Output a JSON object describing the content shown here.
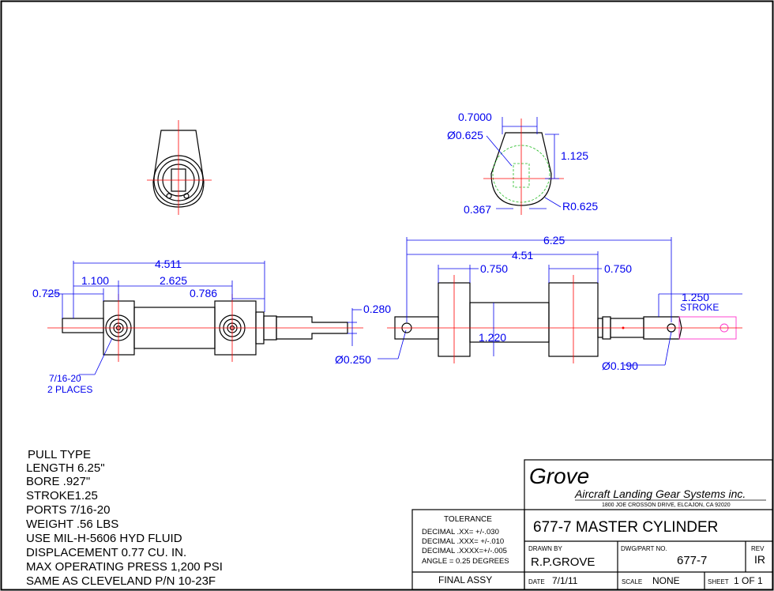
{
  "notes": [
    "PULL TYPE",
    "LENGTH 6.25\"",
    "BORE .927\"",
    "STROKE1.25",
    "PORTS 7/16-20",
    "WEIGHT .56 LBS",
    "USE MIL-H-5606 HYD FLUID",
    "DISPLACEMENT 0.77 CU. IN.",
    "MAX OPERATING PRESS 1,200 PSI",
    "SAME AS CLEVELAND P/N 10-23F"
  ],
  "dims_left": {
    "d4511": "4.511",
    "d1100": "1.100",
    "d2625": "2.625",
    "d0725": "0.725",
    "d0786": "0.786",
    "d0280": "0.280",
    "d0250": "Ø0.250",
    "port_size": "7/16-20",
    "port_qty": "2 PLACES"
  },
  "dims_right": {
    "d625": "6.25",
    "d451": "4.51",
    "d0750a": "0.750",
    "d0750b": "0.750",
    "d1250": "1.250",
    "stroke": "STROKE",
    "d1220": "1.220",
    "d0190": "Ø0.190"
  },
  "dims_top": {
    "d07000": "0.7000",
    "d0625": "Ø0.625",
    "d1125": "1.125",
    "d0367": "0.367",
    "r0625": "R0.625"
  },
  "title_block": {
    "company": "Grove",
    "subtitle": "Aircraft Landing Gear Systems inc.",
    "address": "1800 JOE CROSSON DRIVE, ELCAJON, CA 92020",
    "tolerance_title": "TOLERANCE",
    "tol1": "DECIMAL  .XX=  +/-.030",
    "tol2": "DECIMAL  .XXX= +/-.010",
    "tol3": "DECIMAL  .XXXX=+/-.005",
    "tol4": "ANGLE = 0.25 DEGREES",
    "final": "FINAL ASSY",
    "title": "677-7 MASTER CYLINDER",
    "drawn_label": "DRAWN  BY",
    "drawn_value": "R.P.GROVE",
    "dwg_label": "DWG/PART  NO.",
    "dwg_value": "677-7",
    "rev_label": "REV",
    "rev_value": "IR",
    "date_label": "DATE",
    "date_value": "7/1/11",
    "scale_label": "SCALE",
    "scale_value": "NONE",
    "sheet_label": "SHEET",
    "sheet_value": "1 OF 1"
  },
  "colors": {
    "dimension": "#0000ee",
    "centerline": "#ff0000",
    "phantom": "#ff33cc",
    "hidden": "#22bb22",
    "outline": "#000000"
  }
}
